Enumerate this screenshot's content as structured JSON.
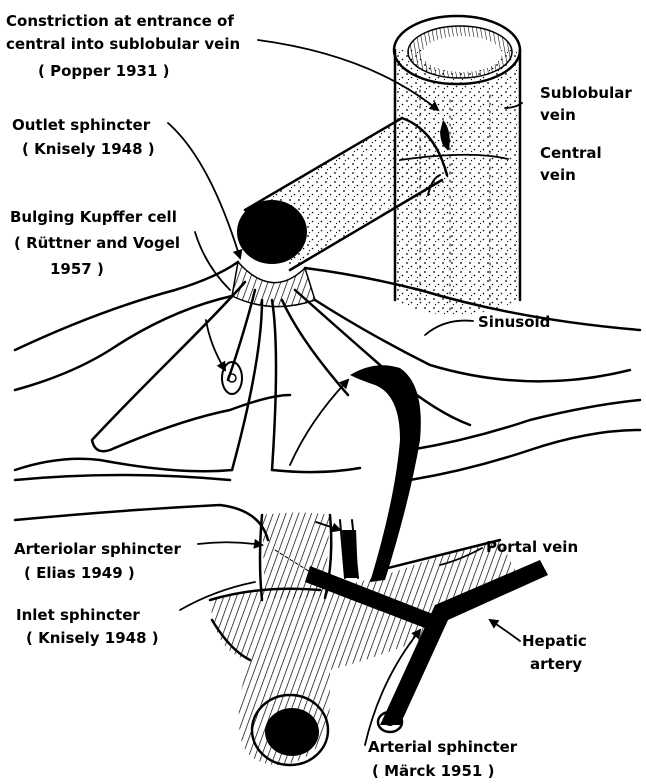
{
  "labels": {
    "constriction_1": "Constriction at entrance of",
    "constriction_2": "central into sublobular vein",
    "constriction_3": "( Popper 1931 )",
    "outlet_1": "Outlet sphincter",
    "outlet_2": "( Knisely 1948 )",
    "kupffer_1": "Bulging Kupffer cell",
    "kupffer_2": "( Rüttner and Vogel",
    "kupffer_3": "1957 )",
    "sublobular_1": "Sublobular",
    "sublobular_2": "vein",
    "central_1": "Central",
    "central_2": "vein",
    "sinusoid": "Sinusoid",
    "arteriolar_1": "Arteriolar sphincter",
    "arteriolar_2": "( Elias 1949 )",
    "portal": "Portal vein",
    "inlet_1": "Inlet sphincter",
    "inlet_2": "( Knisely 1948 )",
    "hepatic_1": "Hepatic",
    "hepatic_2": "artery",
    "arterial_1": "Arterial sphincter",
    "arterial_2": "( Märck 1951 )"
  },
  "colors": {
    "ink": "#000000",
    "paper": "#ffffff"
  }
}
